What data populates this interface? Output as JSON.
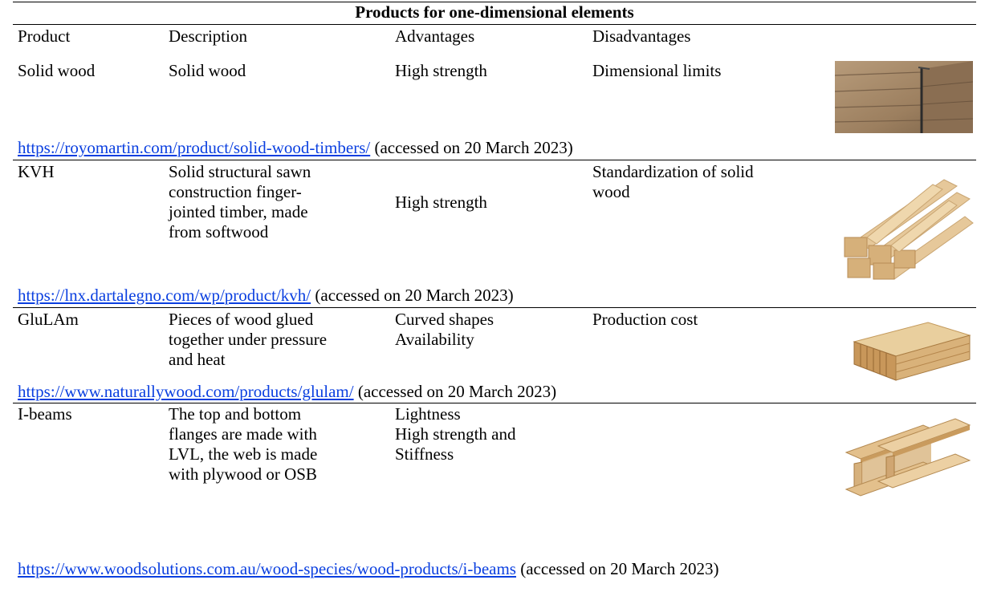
{
  "table": {
    "title": "Products for one-dimensional elements",
    "headers": [
      "Product",
      "Description",
      "Advantages",
      "Disadvantages"
    ],
    "rows": [
      {
        "product": "Solid wood",
        "description": [
          "Solid wood"
        ],
        "advantages": [
          "High strength"
        ],
        "disadvantages": [
          "Dimensional limits"
        ],
        "image": "solid-wood-stack-photo",
        "source_url": "https://royomartin.com/product/solid-wood-timbers/",
        "source_note": "(accessed on 20 March 2023)"
      },
      {
        "product": "KVH",
        "description": [
          "Solid structural sawn",
          "construction finger-",
          "jointed timber, made",
          "from softwood"
        ],
        "advantages": [
          "High strength"
        ],
        "disadvantages": [
          "Standardization of solid",
          "wood"
        ],
        "image": "kvh-timber-photo",
        "source_url": "https://lnx.dartalegno.com/wp/product/kvh/",
        "source_note": "(accessed on 20 March 2023)"
      },
      {
        "product": "GluLAm",
        "description": [
          "Pieces of wood glued",
          "together under pressure",
          "and heat"
        ],
        "advantages": [
          "Curved shapes",
          "Availability"
        ],
        "disadvantages": [
          "Production cost"
        ],
        "image": "glulam-block-photo",
        "source_url": "https://www.naturallywood.com/products/glulam/",
        "source_note": "(accessed on 20 March 2023)"
      },
      {
        "product": "I-beams",
        "description": [
          "The top and bottom",
          "flanges are made with",
          "LVL, the web is made",
          "with plywood or OSB"
        ],
        "advantages": [
          "Lightness",
          "High strength and",
          "Stiffness"
        ],
        "disadvantages": [],
        "image": "i-beam-photo",
        "source_url": "https://www.woodsolutions.com.au/wood-species/wood-products/i-beams",
        "source_note": "(accessed on 20 March 2023)"
      }
    ]
  },
  "colors": {
    "link": "#0a3fe0",
    "rule": "#000000"
  }
}
